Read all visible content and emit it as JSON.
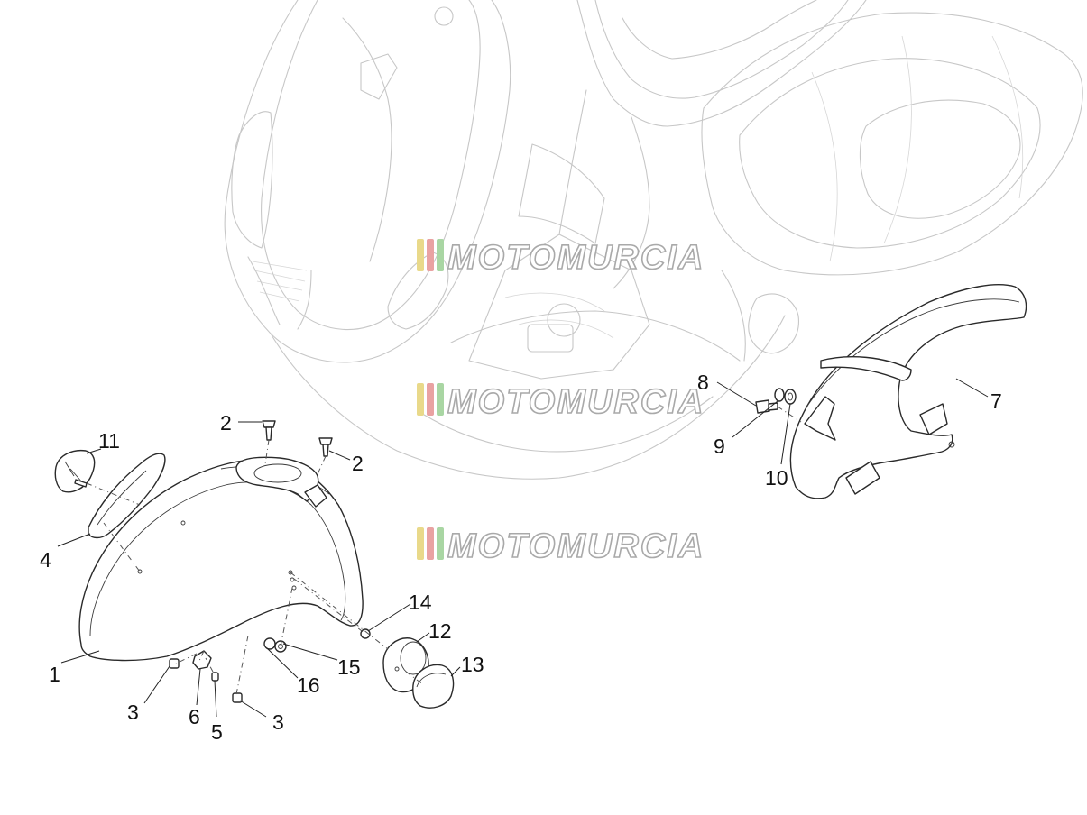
{
  "watermark": {
    "text": "MOTOMURCIA",
    "stripe_colors": [
      "#e9d98a",
      "#e9a2a2",
      "#a9d6a3"
    ]
  },
  "callouts": [
    {
      "id": "1",
      "label": "1"
    },
    {
      "id": "2a",
      "label": "2"
    },
    {
      "id": "2b",
      "label": "2"
    },
    {
      "id": "3a",
      "label": "3"
    },
    {
      "id": "3b",
      "label": "3"
    },
    {
      "id": "4",
      "label": "4"
    },
    {
      "id": "5",
      "label": "5"
    },
    {
      "id": "6",
      "label": "6"
    },
    {
      "id": "7",
      "label": "7"
    },
    {
      "id": "8",
      "label": "8"
    },
    {
      "id": "9",
      "label": "9"
    },
    {
      "id": "10",
      "label": "10"
    },
    {
      "id": "11",
      "label": "11"
    },
    {
      "id": "12",
      "label": "12"
    },
    {
      "id": "13",
      "label": "13"
    },
    {
      "id": "14",
      "label": "14"
    },
    {
      "id": "15",
      "label": "15"
    },
    {
      "id": "16",
      "label": "16"
    }
  ]
}
